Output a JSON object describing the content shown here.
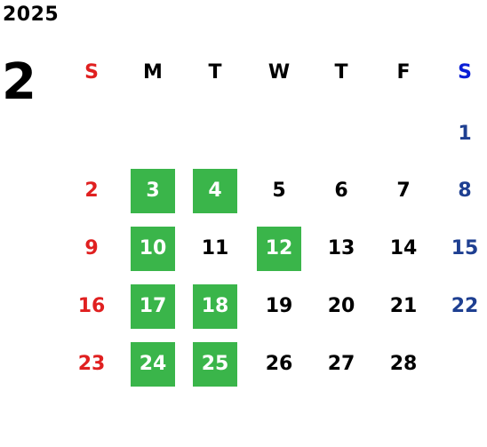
{
  "calendar": {
    "year": "2025",
    "month": "2",
    "weekdays": [
      "S",
      "M",
      "T",
      "W",
      "T",
      "F",
      "S"
    ],
    "weeks": [
      [
        null,
        null,
        null,
        null,
        null,
        null,
        {
          "day": "1",
          "highlighted": false
        }
      ],
      [
        {
          "day": "2",
          "highlighted": false
        },
        {
          "day": "3",
          "highlighted": true
        },
        {
          "day": "4",
          "highlighted": true
        },
        {
          "day": "5",
          "highlighted": false
        },
        {
          "day": "6",
          "highlighted": false
        },
        {
          "day": "7",
          "highlighted": false
        },
        {
          "day": "8",
          "highlighted": false
        }
      ],
      [
        {
          "day": "9",
          "highlighted": false
        },
        {
          "day": "10",
          "highlighted": true
        },
        {
          "day": "11",
          "highlighted": false
        },
        {
          "day": "12",
          "highlighted": true
        },
        {
          "day": "13",
          "highlighted": false
        },
        {
          "day": "14",
          "highlighted": false
        },
        {
          "day": "15",
          "highlighted": false
        }
      ],
      [
        {
          "day": "16",
          "highlighted": false
        },
        {
          "day": "17",
          "highlighted": true
        },
        {
          "day": "18",
          "highlighted": true
        },
        {
          "day": "19",
          "highlighted": false
        },
        {
          "day": "20",
          "highlighted": false
        },
        {
          "day": "21",
          "highlighted": false
        },
        {
          "day": "22",
          "highlighted": false
        }
      ],
      [
        {
          "day": "23",
          "highlighted": false
        },
        {
          "day": "24",
          "highlighted": true
        },
        {
          "day": "25",
          "highlighted": true
        },
        {
          "day": "26",
          "highlighted": false
        },
        {
          "day": "27",
          "highlighted": false
        },
        {
          "day": "28",
          "highlighted": false
        },
        null
      ]
    ]
  },
  "colors": {
    "highlight": "#3ab54a",
    "sunday": "#e02020",
    "saturday_header": "#0a1fd6",
    "saturday_day": "#1e3f91",
    "text": "#000000"
  }
}
